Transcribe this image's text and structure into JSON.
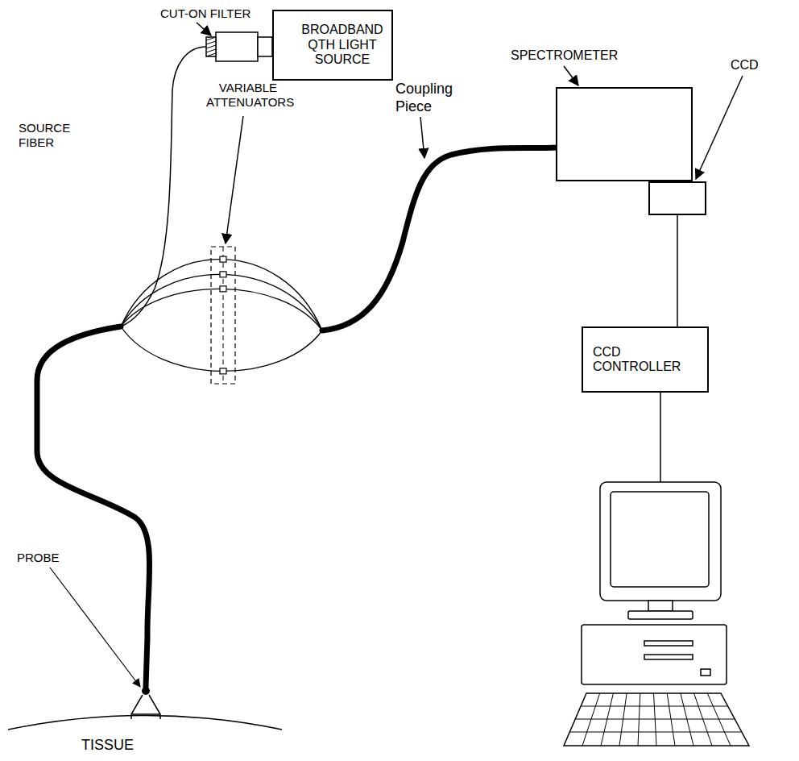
{
  "diagram": {
    "nodes": [
      {
        "text": [
          "BROADBAND QTH LIGHT SOURCE"
        ]
      },
      {
        "text": [
          "SPECTROMETER"
        ]
      },
      {
        "text": [
          "CCD"
        ]
      },
      {
        "text": [
          "CCD CONTROLLER"
        ]
      }
    ],
    "edges": [
      {
        "from": 2,
        "to": 3,
        "arrow": "none"
      }
    ],
    "labels": [
      "CUT-ON FILTER",
      "SOURCE FIBER",
      "VARIABLE ATTENUATORS",
      "Coupling Piece",
      "PROBE",
      "TISSUE"
    ]
  }
}
